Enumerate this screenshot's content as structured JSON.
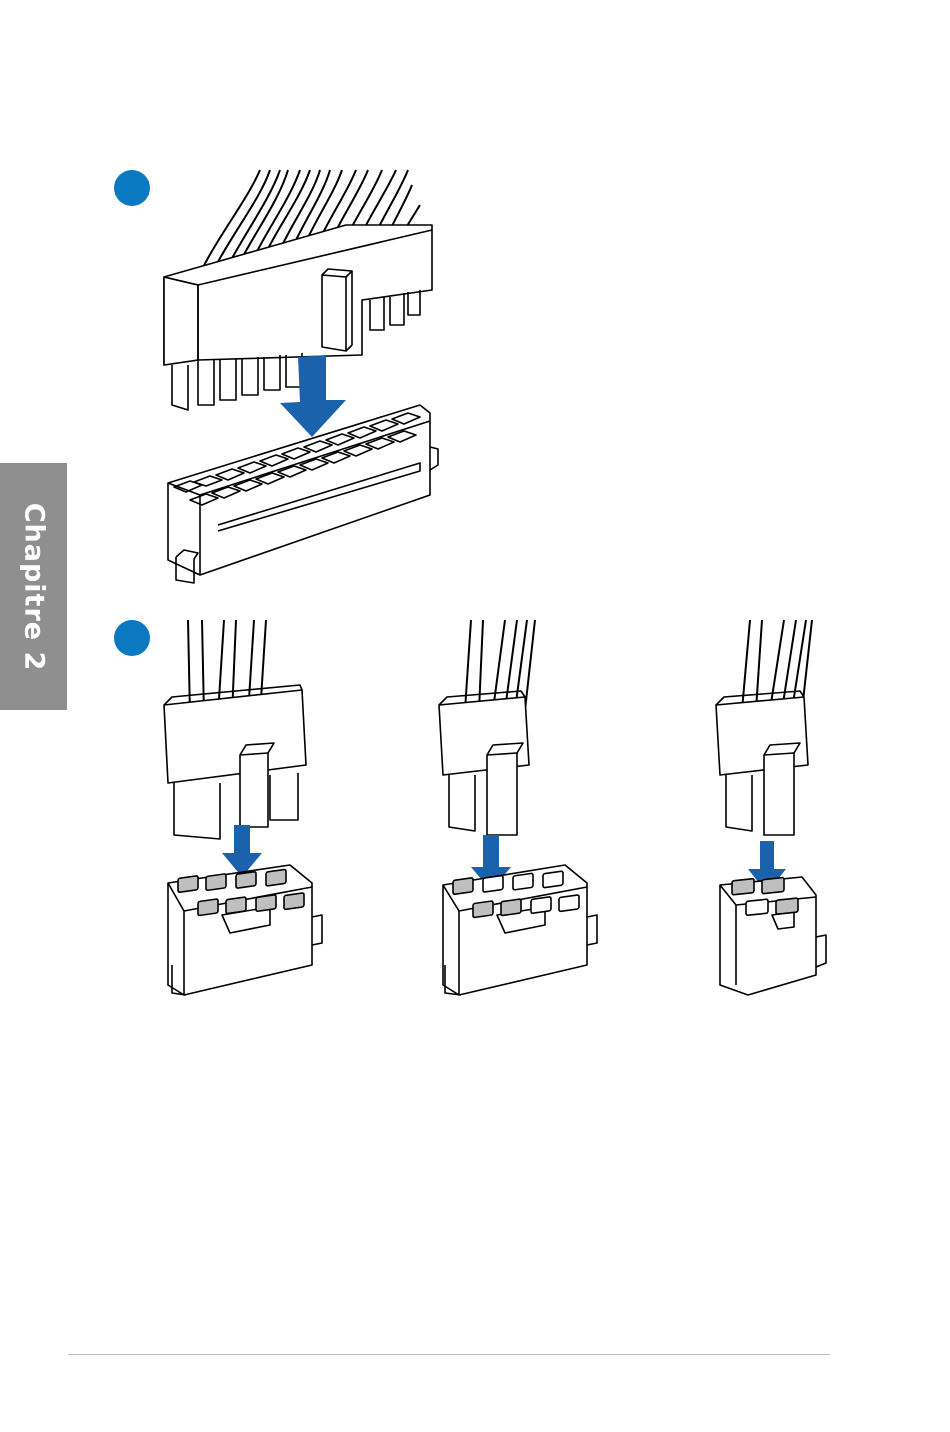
{
  "side_tab": {
    "label": "Chapitre 2",
    "color": "#8f8f8f"
  },
  "accent_color": "#0a79c2",
  "arrow_color": "#1a63ac",
  "steps": [
    {
      "marker": "step-1-marker"
    },
    {
      "marker": "step-2-marker"
    }
  ]
}
